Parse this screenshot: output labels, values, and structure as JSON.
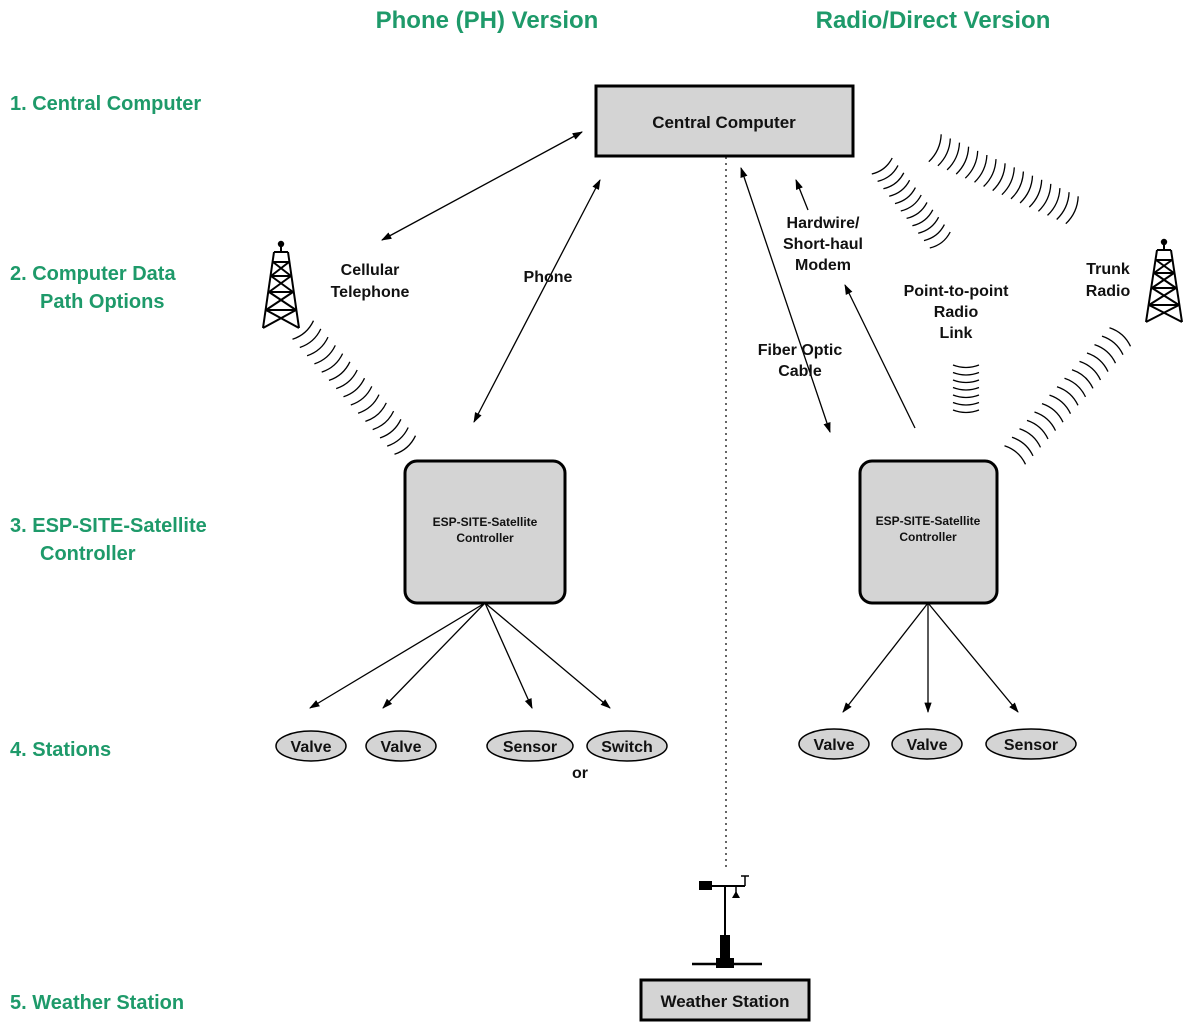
{
  "headings": {
    "phone_version": "Phone (PH) Version",
    "radio_version": "Radio/Direct Version"
  },
  "rows": {
    "row1": "1. Central Computer",
    "row2_line1": "2. Computer Data",
    "row2_line2": "Path Options",
    "row3_line1": "3. ESP-SITE-Satellite",
    "row3_line2": "Controller",
    "row4": "4. Stations",
    "row5": "5. Weather Station"
  },
  "nodes": {
    "central_computer": "Central Computer",
    "controller_line1": "ESP-SITE-Satellite",
    "controller_line2": "Controller",
    "weather_station": "Weather Station"
  },
  "paths": {
    "cellular_line1": "Cellular",
    "cellular_line2": "Telephone",
    "phone": "Phone",
    "hardwire_line1": "Hardwire/",
    "hardwire_line2": "Short-haul",
    "hardwire_line3": "Modem",
    "fiber_line1": "Fiber Optic",
    "fiber_line2": "Cable",
    "p2p_line1": "Point-to-point",
    "p2p_line2": "Radio",
    "p2p_line3": "Link",
    "trunk_line1": "Trunk",
    "trunk_line2": "Radio"
  },
  "stations": {
    "left": [
      "Valve",
      "Valve",
      "Sensor",
      "Switch"
    ],
    "or_label": "or",
    "right": [
      "Valve",
      "Valve",
      "Sensor"
    ]
  },
  "colors": {
    "heading_green": "#1e9a6a",
    "box_fill": "#d4d4d4"
  }
}
